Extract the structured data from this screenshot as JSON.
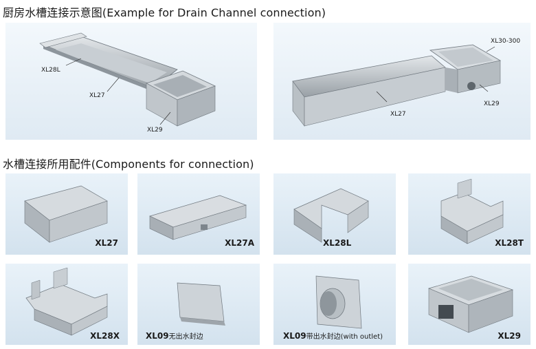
{
  "headings": {
    "example": "厨房水槽连接示意图(Example for Drain Channel connection)",
    "components": "水槽连接所用配件(Components for connection)"
  },
  "example_panels": [
    {
      "callouts": [
        "XL28L",
        "XL27",
        "XL29"
      ]
    },
    {
      "callouts": [
        "XL30-300",
        "XL27",
        "XL29"
      ]
    }
  ],
  "components": [
    {
      "code": "XL27",
      "note": ""
    },
    {
      "code": "XL27A",
      "note": ""
    },
    {
      "code": "XL28L",
      "note": ""
    },
    {
      "code": "XL28T",
      "note": ""
    },
    {
      "code": "XL28X",
      "note": ""
    },
    {
      "code": "XL09",
      "note": "无出水封边"
    },
    {
      "code": "XL09",
      "note": "带出水封边(with outlet)"
    },
    {
      "code": "XL29",
      "note": ""
    }
  ],
  "colors": {
    "steel_light": "#d9dde0",
    "steel_mid": "#b3b9be",
    "steel_dark": "#7d858c",
    "panel_bg": "#e6eff6"
  },
  "icons": [
    "steel-channel-illustration",
    "corner-fitting-illustration",
    "tee-fitting-illustration",
    "cross-fitting-illustration",
    "end-plate-illustration",
    "outlet-end-plate-illustration",
    "drain-box-illustration"
  ]
}
